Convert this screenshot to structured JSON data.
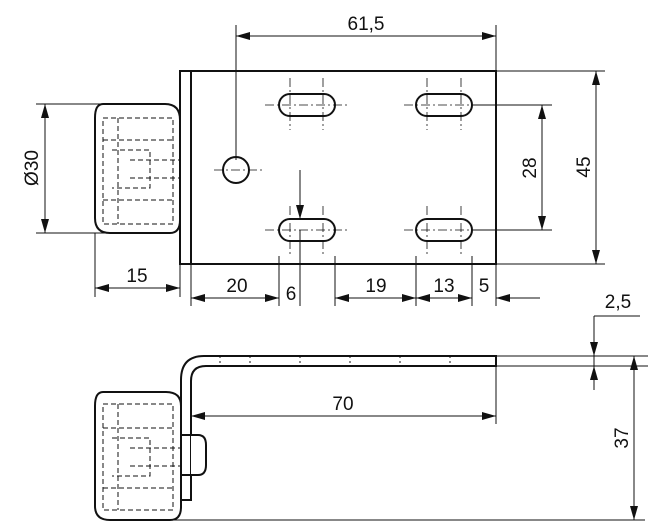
{
  "drawing": {
    "top_view": {
      "dims": {
        "hole_span": "61,5",
        "plate_height": "45",
        "slot_spacing": "28",
        "roller_diameter": "Ø30",
        "roller_width": "15",
        "first_slot_offset": "20",
        "slot_width": "6",
        "slot_gap": "19",
        "slot_length": "13",
        "edge_distance": "5"
      }
    },
    "side_view": {
      "dims": {
        "plate_thickness": "2,5",
        "plate_length": "70",
        "total_height": "37"
      }
    }
  }
}
